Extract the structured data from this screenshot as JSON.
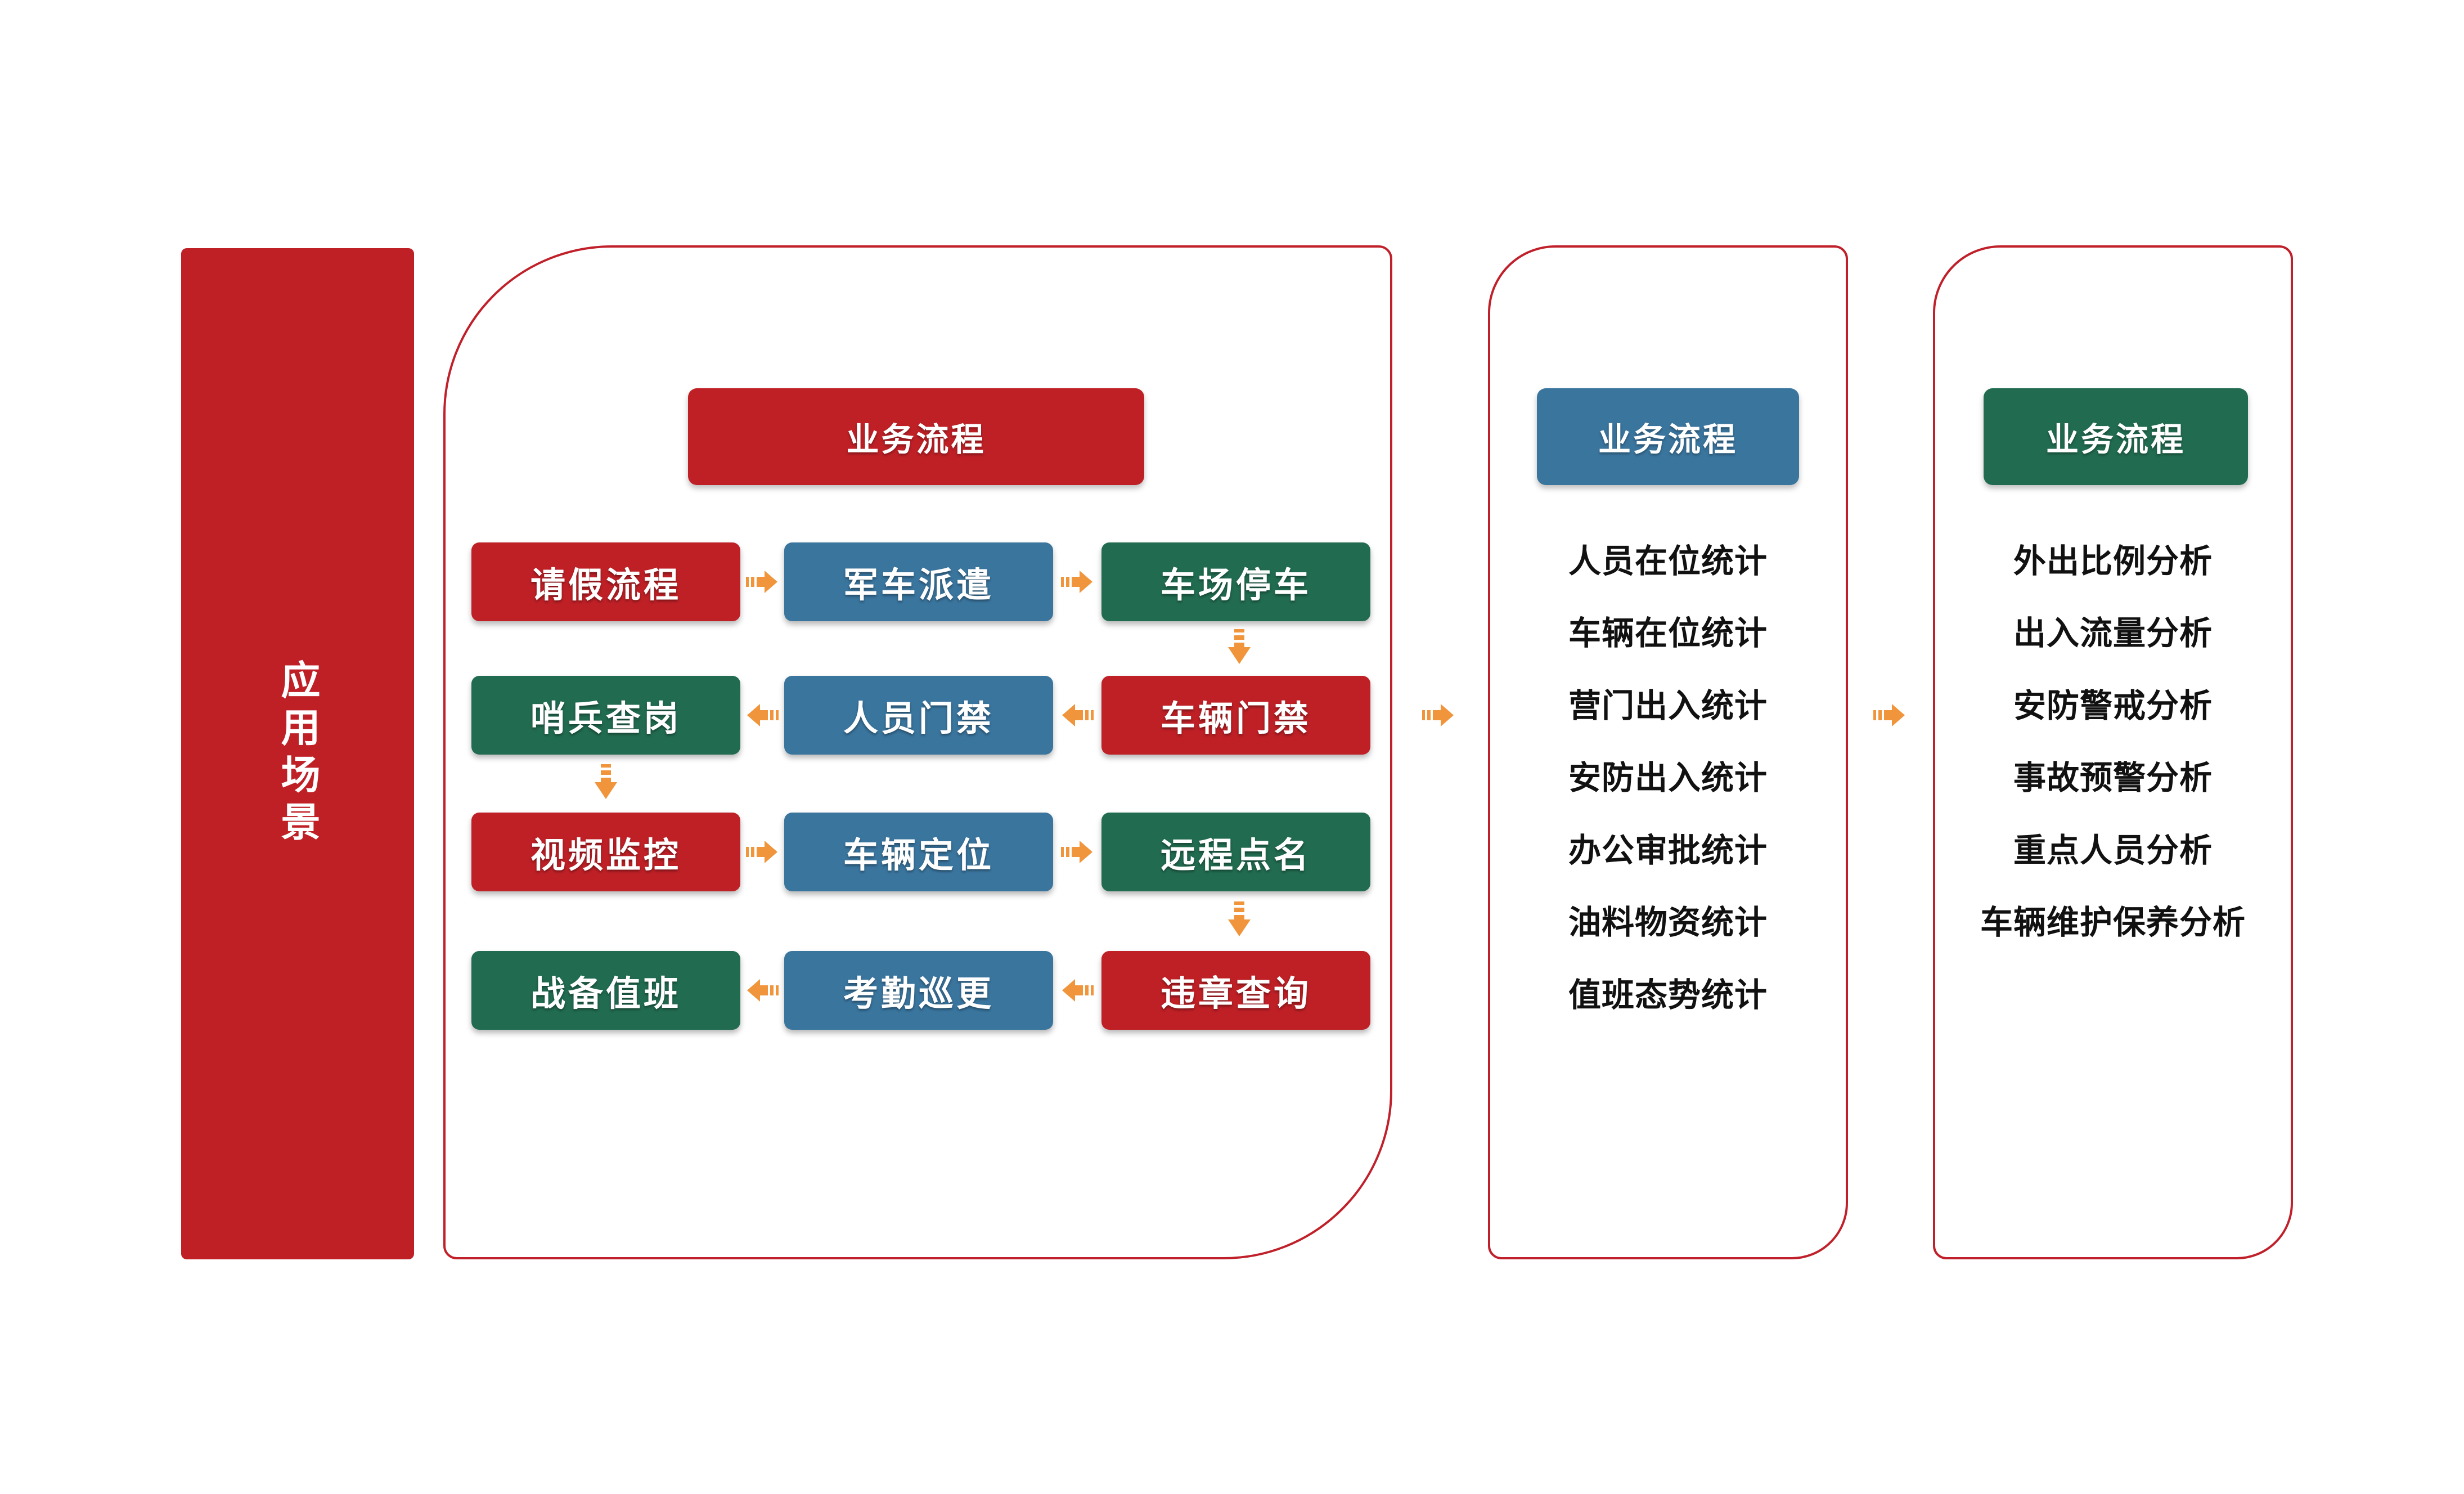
{
  "page": {
    "background": "#ffffff"
  },
  "colors": {
    "red": "#be2026",
    "blue": "#3a759e",
    "green": "#216b50",
    "orange_arrow": "#f0953b",
    "panel_border_red": "#c0202a",
    "list_text": "#111111",
    "box_text": "#ffffff"
  },
  "icons": {
    "flow_arrow_right": "striped-arrow-right-icon",
    "flow_arrow_left": "striped-arrow-left-icon",
    "flow_arrow_down": "striped-arrow-down-icon"
  },
  "sidebar": {
    "label": "应用场景",
    "color": "red"
  },
  "panel1": {
    "header": {
      "label": "业务流程",
      "color": "red"
    },
    "grid": {
      "rows": [
        {
          "arrow_direction": "right",
          "cells": [
            {
              "label": "请假流程",
              "color": "red"
            },
            {
              "label": "军车派遣",
              "color": "blue"
            },
            {
              "label": "车场停车",
              "color": "green"
            }
          ]
        },
        {
          "arrow_direction": "left",
          "cells": [
            {
              "label": "哨兵查岗",
              "color": "green"
            },
            {
              "label": "人员门禁",
              "color": "blue"
            },
            {
              "label": "车辆门禁",
              "color": "red"
            }
          ]
        },
        {
          "arrow_direction": "right",
          "cells": [
            {
              "label": "视频监控",
              "color": "red"
            },
            {
              "label": "车辆定位",
              "color": "blue"
            },
            {
              "label": "远程点名",
              "color": "green"
            }
          ]
        },
        {
          "arrow_direction": "left",
          "cells": [
            {
              "label": "战备值班",
              "color": "green"
            },
            {
              "label": "考勤巡更",
              "color": "blue"
            },
            {
              "label": "违章查询",
              "color": "red"
            }
          ]
        }
      ],
      "down_arrows": [
        {
          "after": "车场停车",
          "between_rows": "1-2",
          "column": 3
        },
        {
          "after": "哨兵查岗",
          "between_rows": "2-3",
          "column": 1
        },
        {
          "after": "远程点名",
          "between_rows": "3-4",
          "column": 3
        }
      ]
    }
  },
  "panel2": {
    "header": {
      "label": "业务流程",
      "color": "blue"
    },
    "items": [
      "人员在位统计",
      "车辆在位统计",
      "营门出入统计",
      "安防出入统计",
      "办公审批统计",
      "油料物资统计",
      "值班态势统计"
    ]
  },
  "panel3": {
    "header": {
      "label": "业务流程",
      "color": "green"
    },
    "items": [
      "外出比例分析",
      "出入流量分析",
      "安防警戒分析",
      "事故预警分析",
      "重点人员分析",
      "车辆维护保养分析"
    ]
  }
}
